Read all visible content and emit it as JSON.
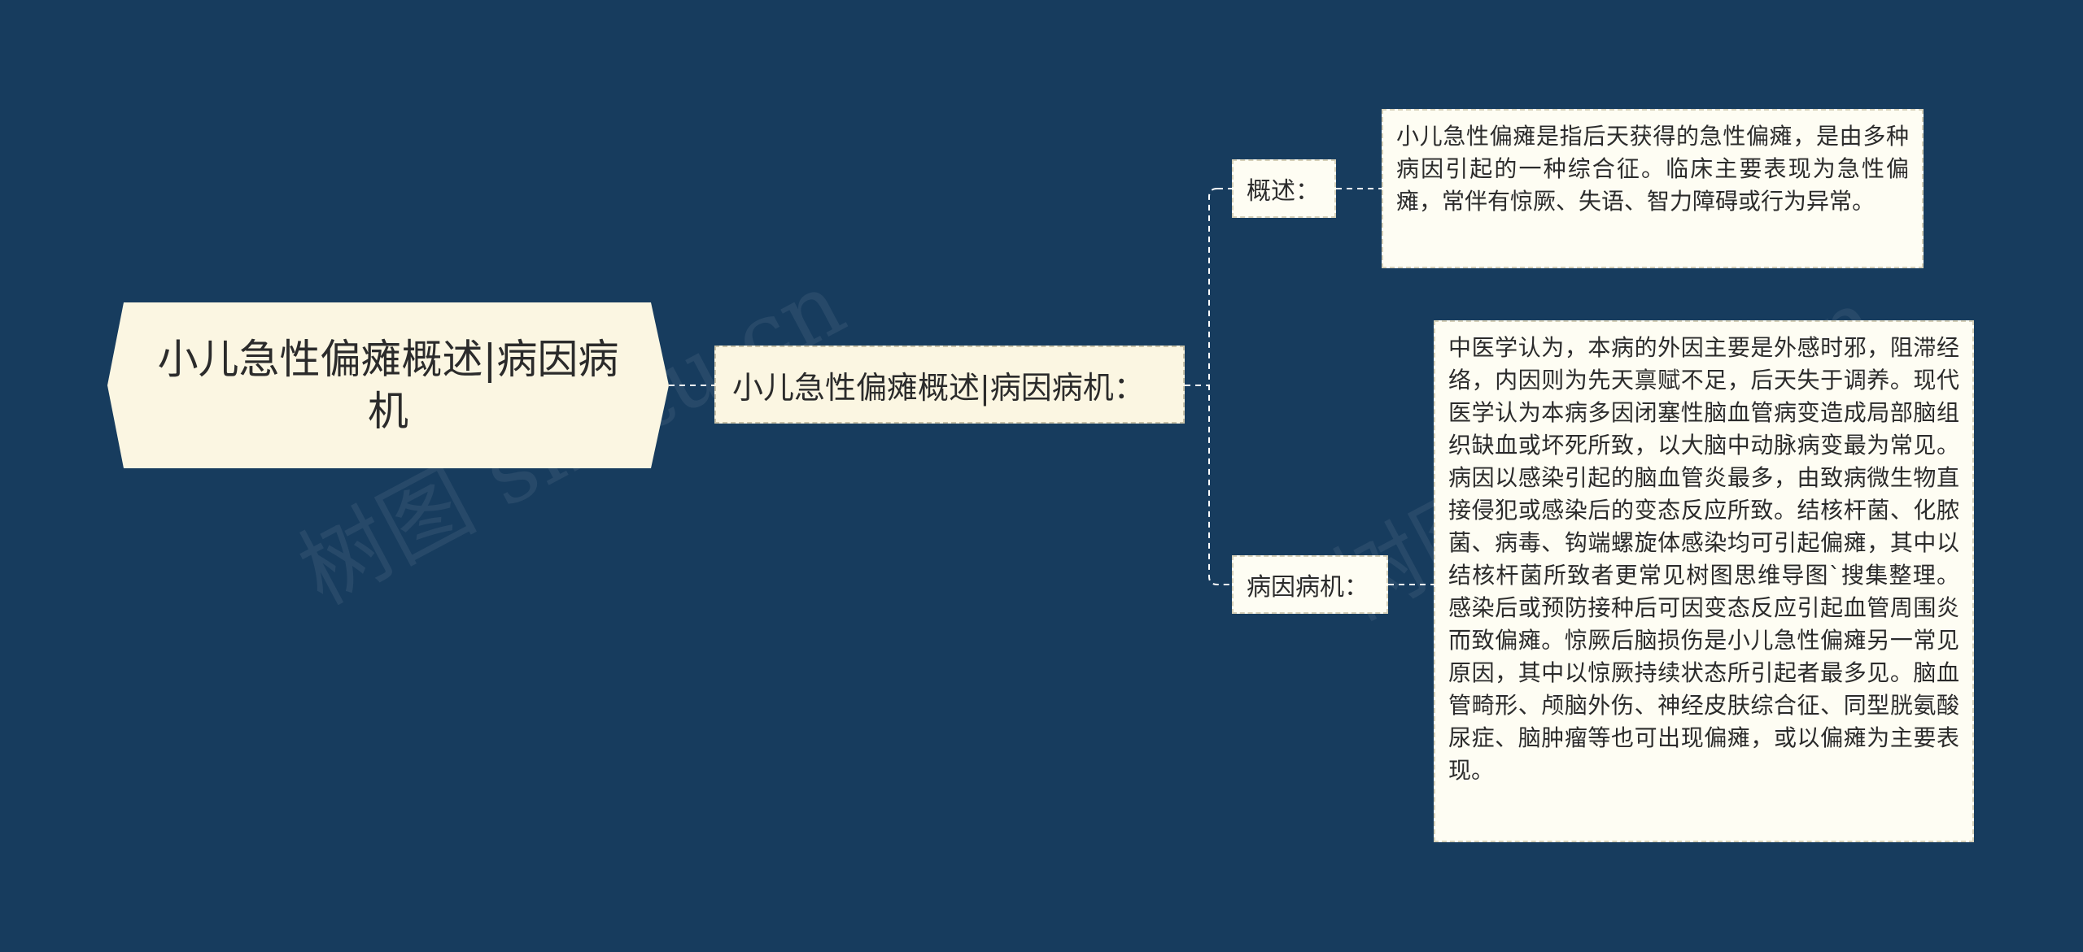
{
  "colors": {
    "background": "#173c5e",
    "node_fill": "#fbf6e2",
    "connector": "#ffffff"
  },
  "mindmap": {
    "root": {
      "text": "小儿急性偏瘫概述|病因病机"
    },
    "main_branch": {
      "text": "小儿急性偏瘫概述|病因病机："
    },
    "branches": [
      {
        "label": "概述：",
        "content": "小儿急性偏瘫是指后天获得的急性偏瘫，是由多种病因引起的一种综合征。临床主要表现为急性偏瘫，常伴有惊厥、失语、智力障碍或行为异常。"
      },
      {
        "label": "病因病机：",
        "content": "中医学认为，本病的外因主要是外感时邪，阻滞经络，内因则为先天禀赋不足，后天失于调养。现代医学认为本病多因闭塞性脑血管病变造成局部脑组织缺血或坏死所致，以大脑中动脉病变最为常见。病因以感染引起的脑血管炎最多，由致病微生物直接侵犯或感染后的变态反应所致。结核杆菌、化脓菌、病毒、钩端螺旋体感染均可引起偏瘫，其中以结核杆菌所致者更常见树图思维导图`搜集整理。感染后或预防接种后可因变态反应引起血管周围炎而致偏瘫。惊厥后脑损伤是小儿急性偏瘫另一常见原因，其中以惊厥持续状态所引起者最多见。脑血管畸形、颅脑外伤、神经皮肤综合征、同型胱氨酸尿症、脑肿瘤等也可出现偏瘫，或以偏瘫为主要表现。"
      }
    ]
  },
  "watermarks": [
    "树图 shutu.cn",
    "树图 shutu.cn"
  ]
}
